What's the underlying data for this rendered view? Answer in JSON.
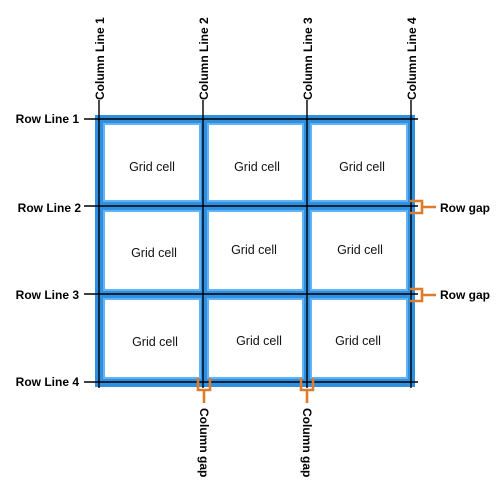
{
  "colors": {
    "grid_blue": "#2f8fe0",
    "grid_blue_light": "#62b3f5",
    "line_black": "#000000",
    "gap_orange": "#e07b2a",
    "cell_fill": "#ffffff"
  },
  "cells": [
    "Grid cell",
    "Grid cell",
    "Grid cell",
    "Grid cell",
    "Grid cell",
    "Grid cell",
    "Grid cell",
    "Grid cell",
    "Grid cell"
  ],
  "column_lines": [
    "Column Line 1",
    "Column Line 2",
    "Column Line 3",
    "Column Line 4"
  ],
  "row_lines": [
    "Row Line 1",
    "Row Line 2",
    "Row Line 3",
    "Row Line 4"
  ],
  "row_gap_label": "Row gap",
  "column_gap_label": "Column gap"
}
